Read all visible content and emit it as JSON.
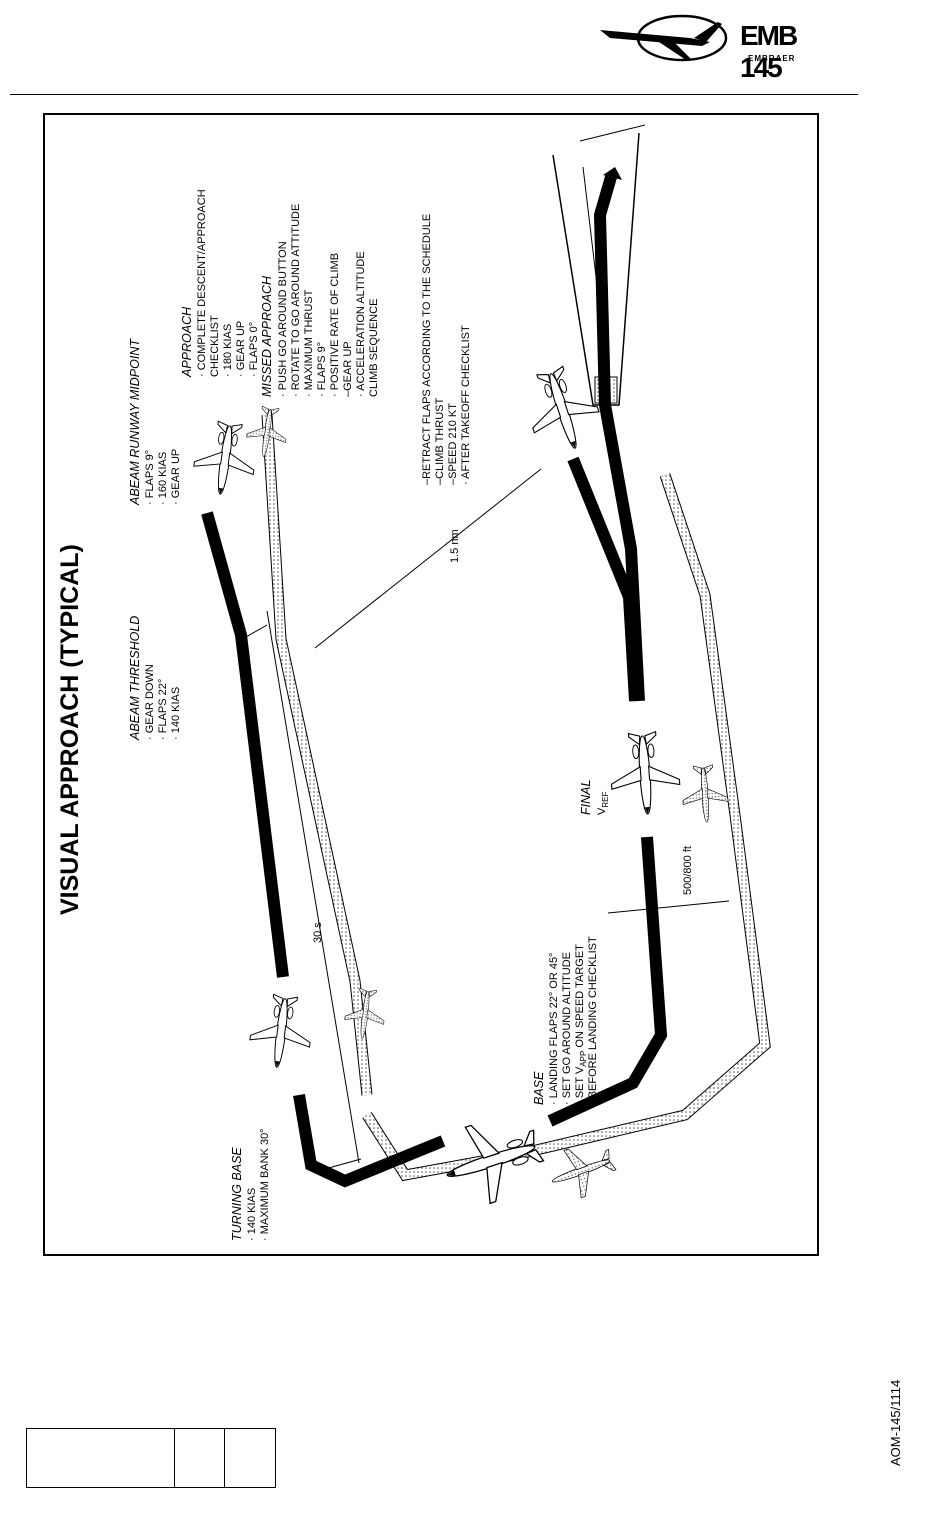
{
  "logo": {
    "model": "EMB 145",
    "maker": "EMBRAER"
  },
  "title": "VISUAL  APPROACH  (TYPICAL)",
  "phases": {
    "abeam_midpoint": {
      "heading": "ABEAM  RUNWAY  MIDPOINT",
      "items": [
        "· FLAPS 9°",
        "· 160 KIAS",
        "· GEAR UP"
      ]
    },
    "approach": {
      "heading": "APPROACH",
      "items": [
        "· COMPLETE DESCENT/APPROACH",
        "  CHECKLIST",
        "· 180 KIAS",
        "· GEAR UP",
        "· FLAPS 0°"
      ]
    },
    "missed_approach": {
      "heading": "MISSED  APPROACH",
      "items": [
        "· PUSH GO AROUND BUTTON",
        "· ROTATE TO GO AROUND ATTITUDE",
        "· MAXIMUM THRUST",
        "· FLAPS 9°",
        "· POSITIVE RATE OF CLIMB",
        "  –GEAR UP",
        "· ACCELERATION ALTITUDE",
        "  CLIMB SEQUENCE",
        "–RETRACT FLAPS ACCORDING TO THE SCHEDULE",
        "  –CLIMB THRUST",
        "  –SPEED 210 KT",
        "· AFTER TAKEOFF CHECKLIST"
      ]
    },
    "abeam_threshold": {
      "heading": "ABEAM  THRESHOLD",
      "items": [
        "· GEAR DOWN",
        "· FLAPS 22°",
        "· 140 KIAS"
      ]
    },
    "turning_base": {
      "heading": "TURNING  BASE",
      "items": [
        "· 140 KIAS",
        "· MAXIMUM BANK 30°"
      ]
    },
    "base": {
      "heading": "BASE",
      "items": [
        "· LANDING FLAPS 22° OR 45°",
        "· SET GO AROUND ALTITUDE",
        "· SET V",
        "  ON SPEED TARGET",
        "· BEFORE LANDING CHECKLIST"
      ],
      "vapp_sub": "APP"
    },
    "final": {
      "heading": "FINAL",
      "vref": "V",
      "vref_sub": "REF"
    }
  },
  "dimensions": {
    "downwind_time": "30 s",
    "lateral_distance": "1.5 nm",
    "final_height": "500/800 ft"
  },
  "footer": {
    "doc_code": "AOM-145/1114"
  },
  "colors": {
    "ink": "#000000",
    "paper": "#ffffff",
    "shadow_dot": "#555555"
  }
}
